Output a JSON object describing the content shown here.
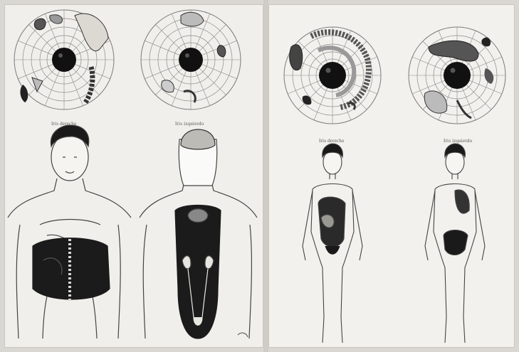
{
  "captions": {
    "left_right_iris": "Iris derecho",
    "left_left_iris": "Iris izquierdo",
    "right_right_iris": "Iris derecho",
    "right_left_iris": "Iris izquierdo"
  },
  "colors": {
    "ink": "#1a1a1a",
    "paper": "#f1efeb",
    "gutter": "#cfccc5",
    "chart_line": "#7a7a7a"
  }
}
